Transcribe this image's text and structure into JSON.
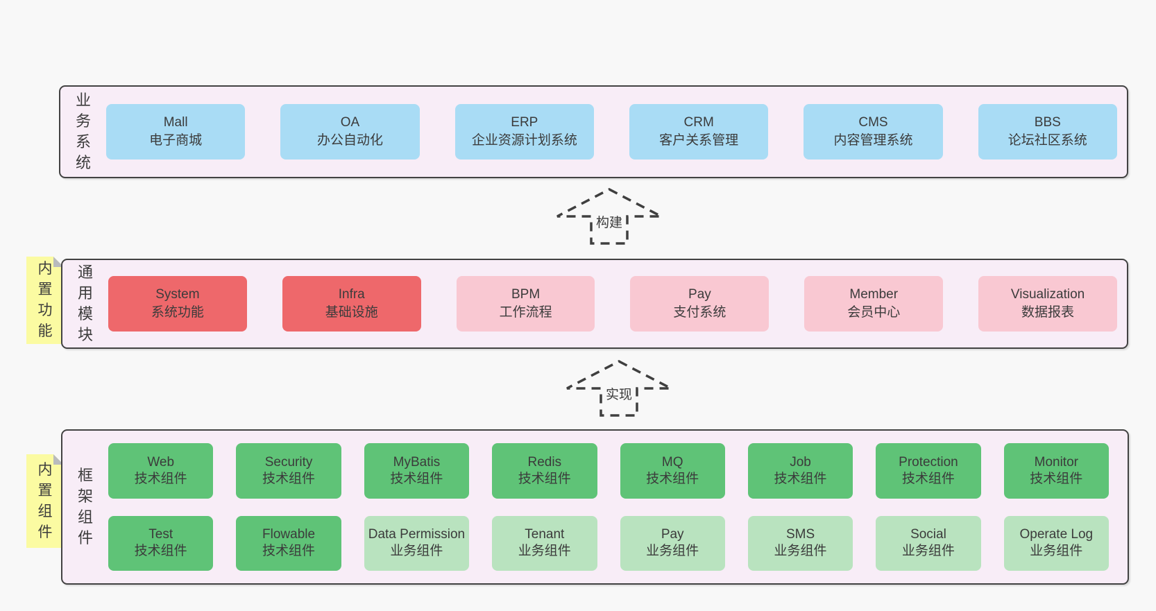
{
  "palette": {
    "page_bg": "#f8f8f8",
    "layer_bg": "#f8edf7",
    "layer_border": "#424242",
    "blue_box": "#a9dcf5",
    "red_box": "#ee686b",
    "pink_box": "#f9c8d2",
    "green_box": "#5fc377",
    "light_green_box": "#b9e3bf",
    "note_yellow": "#fbfba2",
    "note_fold_gray": "#b9bbbd",
    "text": "#3b3b3b"
  },
  "arrows": [
    {
      "label": "构建"
    },
    {
      "label": "实现"
    }
  ],
  "layers": [
    {
      "side_label": "业务系统",
      "boxes": [
        {
          "name": "Mall",
          "desc": "电子商城"
        },
        {
          "name": "OA",
          "desc": "办公自动化"
        },
        {
          "name": "ERP",
          "desc": "企业资源计划系统"
        },
        {
          "name": "CRM",
          "desc": "客户关系管理"
        },
        {
          "name": "CMS",
          "desc": "内容管理系统"
        },
        {
          "name": "BBS",
          "desc": "论坛社区系统"
        }
      ]
    },
    {
      "side_label": "通用模块",
      "note": "内置功能",
      "boxes": [
        {
          "name": "System",
          "desc": "系统功能"
        },
        {
          "name": "Infra",
          "desc": "基础设施"
        },
        {
          "name": "BPM",
          "desc": "工作流程"
        },
        {
          "name": "Pay",
          "desc": "支付系统"
        },
        {
          "name": "Member",
          "desc": "会员中心"
        },
        {
          "name": "Visualization",
          "desc": "数据报表"
        }
      ]
    },
    {
      "side_label": "框架组件",
      "note": "内置组件",
      "boxes": [
        {
          "name": "Web",
          "desc": "技术组件"
        },
        {
          "name": "Security",
          "desc": "技术组件"
        },
        {
          "name": "MyBatis",
          "desc": "技术组件"
        },
        {
          "name": "Redis",
          "desc": "技术组件"
        },
        {
          "name": "MQ",
          "desc": "技术组件"
        },
        {
          "name": "Job",
          "desc": "技术组件"
        },
        {
          "name": "Protection",
          "desc": "技术组件"
        },
        {
          "name": "Monitor",
          "desc": "技术组件"
        },
        {
          "name": "Test",
          "desc": "技术组件"
        },
        {
          "name": "Flowable",
          "desc": "技术组件"
        },
        {
          "name": "Data Permission",
          "desc": "业务组件"
        },
        {
          "name": "Tenant",
          "desc": "业务组件"
        },
        {
          "name": "Pay",
          "desc": "业务组件"
        },
        {
          "name": "SMS",
          "desc": "业务组件"
        },
        {
          "name": "Social",
          "desc": "业务组件"
        },
        {
          "name": "Operate Log",
          "desc": "业务组件"
        }
      ]
    }
  ]
}
